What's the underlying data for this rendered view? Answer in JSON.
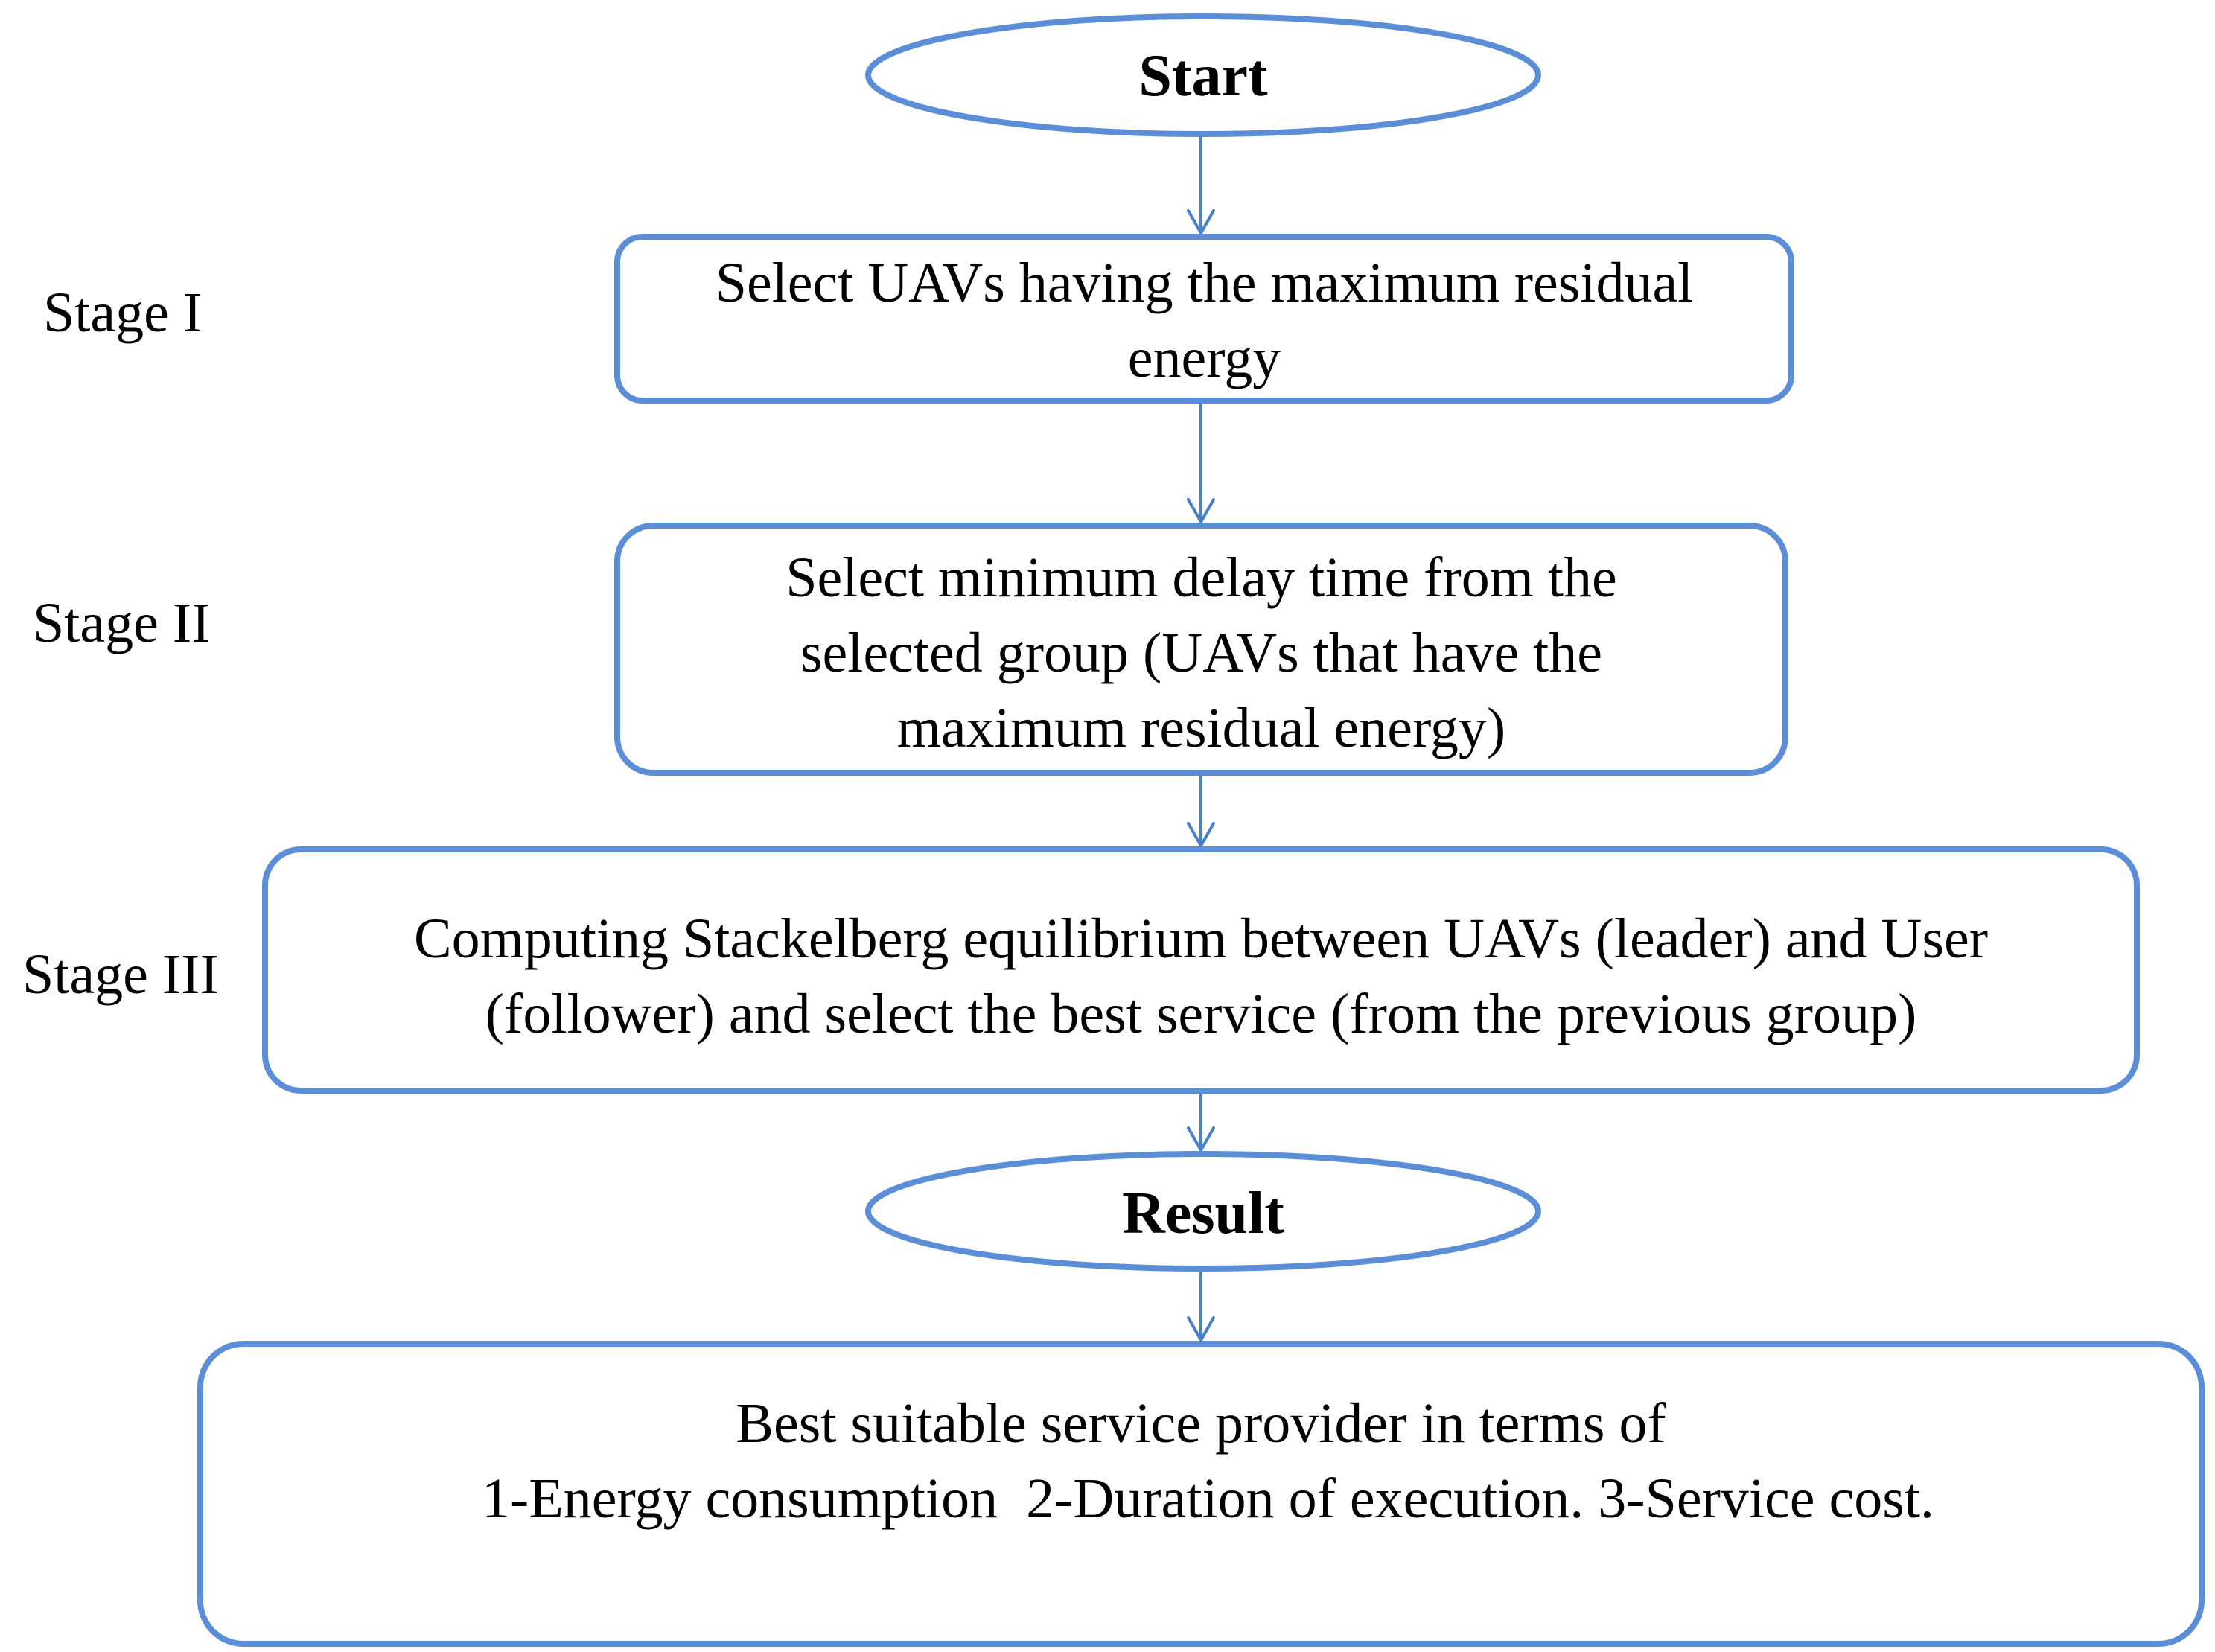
{
  "stages": {
    "stage1": "Stage I",
    "stage2": "Stage II",
    "stage3": "Stage III"
  },
  "nodes": {
    "start": "Start",
    "step1": {
      "line1": "Select UAVs having the  maximum residual",
      "line2": "energy"
    },
    "step2": {
      "line1": "Select minimum delay time from the",
      "line2": "selected group (UAVs that have the",
      "line3": "maximum residual energy)"
    },
    "step3": {
      "line1": "Computing Stackelberg equilibrium between UAVs (leader)  and User",
      "line2": "(follower) and select  the best  service (from the previous group)"
    },
    "result": "Result",
    "output": {
      "line1": "Best suitable service provider in terms of",
      "line2": " 1-Energy consumption  2-Duration of execution. 3-Service cost."
    }
  },
  "colors": {
    "border": "#5b8ed6",
    "arrow": "#4a7fc9",
    "text": "#000000"
  }
}
